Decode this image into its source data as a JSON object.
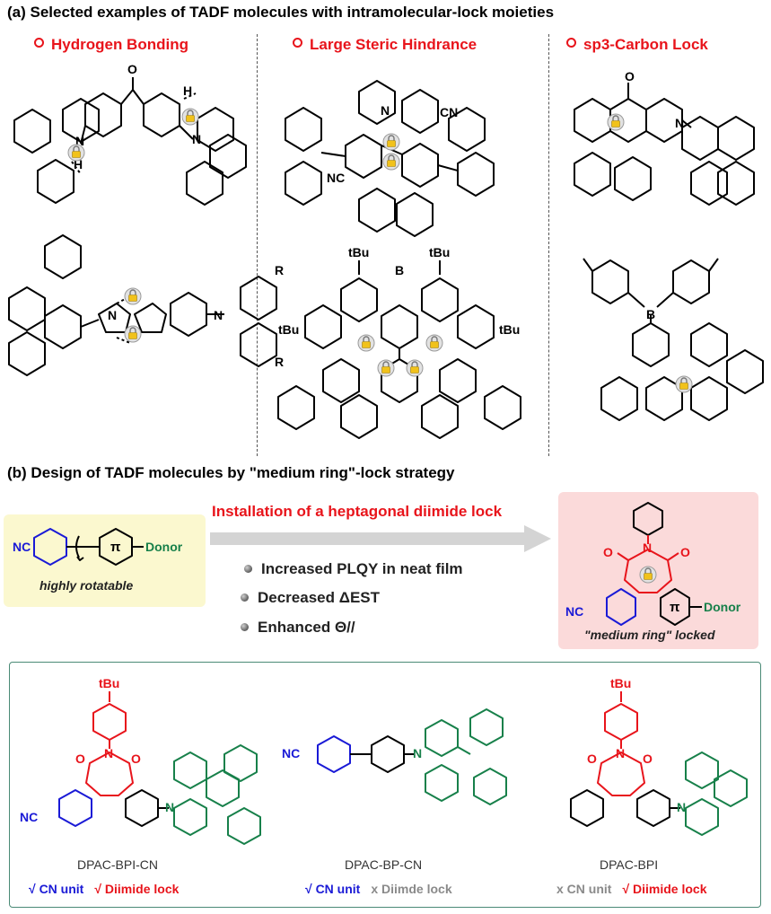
{
  "panel_a": {
    "title": "(a) Selected examples of TADF molecules with intramolecular-lock moieties",
    "categories": {
      "hbond": "Hydrogen Bonding",
      "steric": "Large Steric Hindrance",
      "sp3": "sp3-Carbon Lock"
    },
    "atoms": {
      "N": "N",
      "H": "H",
      "O": "O",
      "B": "B",
      "CN": "CN",
      "NC": "NC",
      "R": "R",
      "tBu": "tBu"
    }
  },
  "panel_b": {
    "title": "(b) Design of TADF molecules by \"medium ring\"-lock strategy",
    "left_box": {
      "nc": "NC",
      "pi": "π",
      "donor": "Donor",
      "caption": "highly rotatable"
    },
    "arrow_label": "Installation of a heptagonal diimide lock",
    "bullets": [
      "Increased PLQY in neat film",
      "Decreased ΔEST",
      "Enhanced Θ//"
    ],
    "right_box": {
      "nc": "NC",
      "pi": "π",
      "donor": "Donor",
      "caption": "\"medium ring\" locked",
      "n": "N",
      "o": "O"
    }
  },
  "molecules": [
    {
      "name": "DPAC-BPI-CN",
      "feature1": "√ CN unit",
      "feature2": "√ Diimide lock",
      "feature1_color": "#1a1ad6",
      "feature2_color": "#e8141b"
    },
    {
      "name": "DPAC-BP-CN",
      "feature1": "√ CN unit",
      "feature2": "x Diimde lock",
      "feature1_color": "#1a1ad6",
      "feature2_color": "#8a8a8a"
    },
    {
      "name": "DPAC-BPI",
      "feature1": "x CN unit",
      "feature2": "√ Diimide lock",
      "feature1_color": "#8a8a8a",
      "feature2_color": "#e8141b"
    }
  ],
  "colors": {
    "red": "#e8141b",
    "blue": "#1a1ad6",
    "green": "#17804a",
    "gray": "#8a8a8a"
  }
}
